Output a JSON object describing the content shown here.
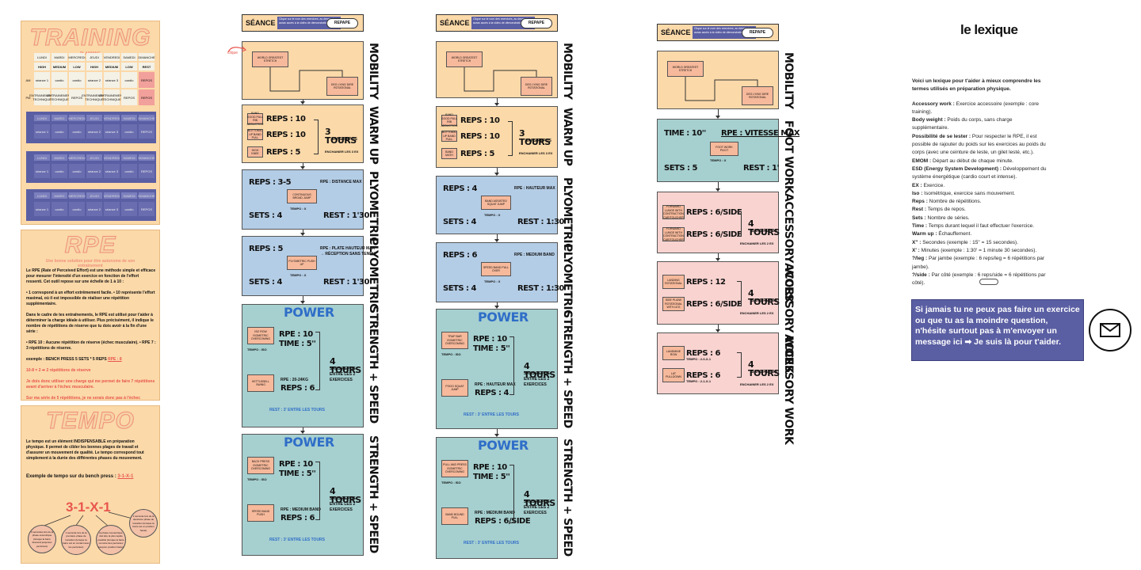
{
  "training": {
    "title": "TRAINING",
    "subtitle": "PLANNING",
    "days": [
      "LUNDI",
      "MARDI",
      "MERCREDI",
      "JEUDI",
      "VENDREDI",
      "SAMEDI",
      "DIMANCHE"
    ],
    "intensity": [
      "HIGH",
      "MEDIUM",
      "LOW",
      "HIGH",
      "MEDIUM",
      "LOW",
      "REST"
    ],
    "am_label": "AM",
    "pm_label": "PM",
    "am": [
      "séance 1",
      "cardio",
      "cardio",
      "séance 2",
      "séance 3",
      "cardio",
      "REPOS"
    ],
    "pm": [
      "ENTRAINEMENT TECHNIQUE",
      "ENTRAINEMENT TECHNIQUE",
      "REPOS",
      "ENTRAINEMENT TECHNIQUE",
      "ENTRAINEMENT TECHNIQUE",
      "REPOS",
      "REPOS"
    ]
  },
  "rpe": {
    "title": "RPE",
    "subtitle": "Une bonne solution pour être autonome de son entraînement",
    "p1": "Le RPE (Rate of Perceived Effort) est une méthode simple et efficace pour mesurer l'intensité d'un exercice en fonction de l'effort ressenti. Cet outil repose sur une échelle de 1 à 10 :",
    "p2": "• 1 correspond à un effort extrêmement facile. • 10 représente l'effort maximal, où il est impossible de réaliser une répétition supplémentaire.",
    "p3": "Dans le cadre de tes entraînements, le RPE est utilisé pour t'aider à déterminer la charge idéale à utiliser. Plus précisément, il indique le nombre de répétitions de réserve que tu dois avoir à la fin d'une série :",
    "p4": "• RPE 10 : Aucune répétition de réserve (échec musculaire). • RPE 7 : 3 répétitions de réserve.",
    "p5": "exemple : BENCH PRESS 5 SETS * 5 REPS",
    "p5_red": "RPE : 8",
    "p6": "10-8 = 2 ➡ 2 répétitions de réserve",
    "p7": "Je dois donc utiliser une charge qui me permet de faire 7 répétitions avant d'arriver à l'échec musculaire.",
    "p8": "Sur ma série de 5 répétitions, je ne serais donc pas à l'échec"
  },
  "tempo": {
    "title": "TEMPO",
    "p1": "Le tempo est un élément INDISPENSABLE en préparation physique. Il permet de cibler les bonnes plages de travail et d'assurer un mouvement de qualité. Le tempo correspond tout simplement à la durée des différentes phases du mouvement.",
    "example": "Exemple de tempo sur du bench press :",
    "example_val": "3-1-X-1",
    "big": "3-1-X-1",
    "b1": "3 secondes lors de la phase excentrique (lorsque la barre descend jusqu'aux pectoraux)",
    "b2": "1 seconde lors de la première phase de transition (lorsque la barre est en contact avec les pectoraux)",
    "b3": "la phase concentrique doit être la plus rapide possible (lorsque la barre remonte des pectoraux jusqu'en position haute)",
    "b4": "1 seconde lors de la deuxième phase de transition (lorsque la barre est en position haute)"
  },
  "clique": "clique",
  "logo_text": "REPAPE",
  "header_note": "Clique sur le nom des exercices, au dessus tu auras accès à la vidéo de démonstration",
  "s1": {
    "name": "SÉANCE 1",
    "mob_box1": "WORLD GREATEST STRETCH",
    "mob_box2": "DEG LYING DIRE ROTATIONAL",
    "mob_label": "MOBILITY",
    "wu_box1": "BAND GOOD PULL RIB ADDUCTION",
    "wu_box2": "BOTTOMS-UP BAND PULL",
    "wu_box3": "HIGH KNEE",
    "wu_reps1": "REPS : 10",
    "wu_reps2": "REPS : 10",
    "wu_reps3": "REPS : 5",
    "wu_tours": "3 TOURS",
    "wu_sans": "SANS REPOS",
    "wu_enchain": "ENCHAINER LES 3 EX",
    "wu_label": "WARM UP",
    "p1_reps": "REPS : 3-5",
    "p1_rpe": "RPE : DISTANCE MAX",
    "p1_box": "CONTINUOUS BROAD JUMP",
    "p1_tempo": "TEMPO : X",
    "p1_sets": "SETS : 4",
    "p1_rest": "REST : 1'30'",
    "p1_label": "PLYOMETRIC",
    "p2_reps": "REPS : 5",
    "p2_rpe": "RPE : PLATE HAUTEUR MAX",
    "p2_rpe2": "→ RÉCEPTION SANS TENDU",
    "p2_box": "PLYOMETRIC PUSH UP",
    "p2_tempo": "TEMPO : X",
    "p2_sets": "SETS : 4",
    "p2_rest": "REST : 1'30'",
    "p2_label": "PLYOMETRIC",
    "pw1_title": "POWER",
    "pw1_box1": "ISO ROW ISOMETRIC OVERCOMING",
    "pw1_iso": "TEMPO : ISO",
    "pw1_rpe": "RPE : 10",
    "pw1_time": "TIME : 5''",
    "pw1_box2": "KETTLEBELL SWING",
    "pw1_rpe2": "RPE : 20-24KG",
    "pw1_reps2": "REPS : 6",
    "pw1_tours": "4 TOURS",
    "pw1_sans": "SANS REPOS",
    "pw1_entre": "ENTRE LES 2",
    "pw1_ex": "EXERCICES",
    "pw1_rest": "REST : 3' ENTRE LES TOURS",
    "pw1_label": "STRENGTH + SPEED",
    "pw2_title": "POWER",
    "pw2_box1": "BACK PRESS ISOMETRIC OVERCOMING",
    "pw2_iso": "TEMPO : ISO",
    "pw2_rpe": "RPE : 10",
    "pw2_time": "TIME : 5''",
    "pw2_box2": "SPEED BAND PUSH",
    "pw2_rpe2": "RPE : MEDIUM BAND",
    "pw2_reps2": "REPS : 6",
    "pw2_tours": "4 TOURS",
    "pw2_sans": "SANS REPOS",
    "pw2_entre": "ENTRE LES 2",
    "pw2_ex": "EXERCICES",
    "pw2_rest": "REST : 3' ENTRE LES TOURS",
    "pw2_label": "STRENGTH + SPEED"
  },
  "s2": {
    "name": "SÉANCE 2",
    "mob_box1": "WORLD GREATEST STRETCH",
    "mob_box2": "DEG LYING DIRE ROTATIONAL",
    "mob_label": "MOBILITY",
    "wu_box1": "BAND GOOD PULL RIB ADDUCTION",
    "wu_box2": "BOTTOMS-UP BAND PULL",
    "wu_box3": "BAND MATH",
    "wu_reps1": "REPS : 10",
    "wu_reps2": "REPS : 10",
    "wu_reps3": "REPS : 5",
    "wu_tours": "3 TOURS",
    "wu_sans": "SANS REPOS",
    "wu_enchain": "ENCHAINER LES 3 EX",
    "wu_label": "WARM UP",
    "p1_reps": "REPS : 4",
    "p1_rpe": "RPE : HAUTEUR MAX",
    "p1_box": "BAND ASSISTED SQUAT JUMP",
    "p1_tempo": "TEMPO : X",
    "p1_sets": "SETS : 4",
    "p1_rest": "REST : 1:30'",
    "p1_label": "PLYOMETRIC",
    "p2_reps": "REPS : 6",
    "p2_rpe": "RPE : MEDIUM BAND",
    "p2_box": "SPEED BAND PULL OVER",
    "p2_tempo": "TEMPO : X",
    "p2_sets": "SETS : 4",
    "p2_rest": "REST : 1:30'",
    "p2_label": "PLYOMETRIC",
    "pw1_title": "POWER",
    "pw1_box1": "TRAP BAR ISOMETRIC OVERCOMING",
    "pw1_iso": "TEMPO : ISO",
    "pw1_rpe": "RPE : 10",
    "pw1_time": "TIME : 5''",
    "pw1_box2": "POGO SQUAT JUMP",
    "pw1_rpe2": "RPE : HAUTEUR MAX",
    "pw1_reps2": "REPS : 4",
    "pw1_tours": "4 TOURS",
    "pw1_sans": "SANS REPOS",
    "pw1_entre": "ENTRE LES 2",
    "pw1_ex": "EXERCICES",
    "pw1_rest": "REST : 3' ENTRE LES TOURS",
    "pw1_label": "STRENGTH + SPEED",
    "pw2_title": "POWER",
    "pw2_box1": "PULL AND PRESS ISOMETRIC OVERCOMING",
    "pw2_iso": "TEMPO : ISO",
    "pw2_rpe": "RPE : 10",
    "pw2_time": "TIME : 5''",
    "pw2_box2": "BAND BOUND PULL",
    "pw2_rpe2": "RPE : MEDIUM BAND",
    "pw2_reps2": "REPS : 6/SIDE",
    "pw2_tours": "4 TOURS",
    "pw2_sans": "SANS REPOS",
    "pw2_entre": "ENTRE LES 2",
    "pw2_ex": "EXERCICES",
    "pw2_rest": "REST : 3' ENTRE LES TOURS",
    "pw2_label": "STRENGTH + SPEED"
  },
  "s3": {
    "name": "SÉANCE 3",
    "mob_box1": "WORLD GREATEST STRETCH",
    "mob_box2": "DEG LYING DIRE ROTATIONAL",
    "mob_label": "MOBILITY",
    "fw_time": "TIME : 10''",
    "fw_rpe": "RPE : VITESSE MAX",
    "fw_box": "FOOT WORK PIVOT",
    "fw_tempo": "TEMPO : X",
    "fw_sets": "SETS : 5",
    "fw_rest": "REST : 1'",
    "fw_label": "FOOT WORK",
    "a1_box1": "FORWARD LUNGE WITH CONTRACTION 'CAR/TOUCHER'",
    "a1_box2": "FORWARD LUNGE WITH CONTRACTION 'CAR/TOUCHER'",
    "a1_reps1": "REPS : 6/SIDE",
    "a1_reps2": "REPS : 6/SIDE",
    "a1_tours": "4 TOURS",
    "a1_sans": "SANS REPOS",
    "a1_enchain": "ENCHAINER LES 2 EX",
    "a1_label": "ACCESSORY WORK",
    "a2_box1": "LANDING ROTATIONAL",
    "a2_box2": "SIDE PLANK ROTATIONAL WITH LEG",
    "a2_reps1": "REPS : 12",
    "a2_reps2": "REPS : 6/SIDE",
    "a2_tours": "4 TOURS",
    "a2_sans": "SANS REPOS",
    "a2_enchain": "ENCHAINER LES 2 EX",
    "a2_label": "ACCESSORY WORK",
    "a3_box1": "LANDMINE ROW",
    "a3_box2": "LAT PULLDOWN",
    "a3_reps1": "REPS : 6",
    "a3_tempo1": "TEMPO : 2-0-X-1",
    "a3_reps2": "REPS : 6",
    "a3_tempo2": "TEMPO : 2-1-X-1",
    "a3_tours": "4 TOURS",
    "a3_sans": "SANS REPOS",
    "a3_enchain": "ENCHAINER LES 2 EX",
    "a3_label": "ACCESSORY WORK"
  },
  "lexique": {
    "title": "le lexique",
    "intro": "Voici un lexique pour t'aider à mieux comprendre les termes utilisés en préparation physique.",
    "entries": [
      {
        "term": "Accessory work :",
        "def": " Exercice accessoire (exemple : core training)."
      },
      {
        "term": "Body weight :",
        "def": " Poids du corps, sans charge supplémentaire."
      },
      {
        "term": "Possibilité de se lester :",
        "def": " Pour respecter le RPE, il est possible de rajouter du poids sur les exercices au poids du corps (avec une ceinture de leste, un gilet lesté, etc.)."
      },
      {
        "term": "EMOM :",
        "def": " Départ au début de chaque minute."
      },
      {
        "term": "ESD (Energy System Development) :",
        "def": " Développement du système énergétique (cardio court et intense)."
      },
      {
        "term": "EX :",
        "def": " Exercice."
      },
      {
        "term": "Iso :",
        "def": " Isométrique, exercice sans mouvement."
      },
      {
        "term": "Reps :",
        "def": " Nombre de répétitions."
      },
      {
        "term": "Rest :",
        "def": " Temps de repos."
      },
      {
        "term": "Sets :",
        "def": " Nombre de séries."
      },
      {
        "term": "Time :",
        "def": " Temps durant lequel il faut effectuer l'exercice."
      },
      {
        "term": "Warm up :",
        "def": " Échauffement."
      },
      {
        "term": "X'' :",
        "def": " Secondes (exemple : 15'' = 15 secondes)."
      },
      {
        "term": "X' :",
        "def": " Minutes (exemple : 1:30' = 1 minute 30 secondes)."
      },
      {
        "term": "?/leg :",
        "def": " Par jambe (exemple : 6 reps/leg = 6 répétitions par jambe)."
      },
      {
        "term": "?/side :",
        "def": " Par côté (exemple : 6 reps/side = 6 répétitions par côté)."
      }
    ]
  },
  "contact": {
    "text": "Si jamais tu ne peux pas faire un exercice ou que tu as la moindre question, n'hésite surtout pas à m'envoyer un message ici ➡ Je suis là pour t'aider.",
    "icon": "mail-icon"
  },
  "colors": {
    "peach": "#fbd9a9",
    "blue": "#b4cde6",
    "teal": "#a6cfcf",
    "pink": "#f8d3d0",
    "navy": "#5a5ea3",
    "power": "#2f6ec8"
  }
}
